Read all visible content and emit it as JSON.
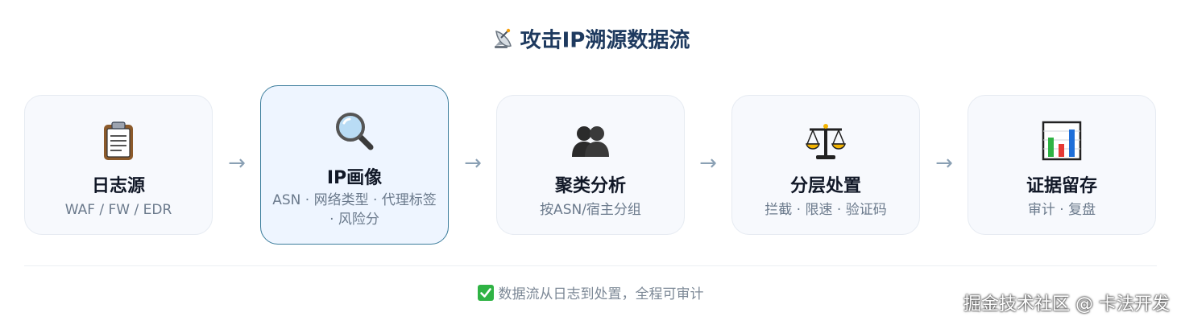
{
  "title": "攻击IP溯源数据流",
  "title_icon": "satellite-dish-icon",
  "nodes": [
    {
      "label": "日志源",
      "sub": "WAF / FW / EDR",
      "icon": "clipboard-icon"
    },
    {
      "label": "IP画像",
      "sub": "ASN · 网络类型 · 代理标签 · 风险分",
      "icon": "magnifier-icon"
    },
    {
      "label": "聚类分析",
      "sub": "按ASN/宿主分组",
      "icon": "people-icon"
    },
    {
      "label": "分层处置",
      "sub": "拦截 · 限速 · 验证码",
      "icon": "scales-icon"
    },
    {
      "label": "证据留存",
      "sub": "审计 · 复盘",
      "icon": "bar-chart-icon"
    }
  ],
  "arrow_glyph": "→",
  "footer": "数据流从日志到处置，全程可审计",
  "footer_icon": "check-mark-icon",
  "watermark": "掘金技术社区 @ 卡法开发",
  "colors": {
    "title": "#1e3a5f",
    "active_border": "#3c7d9c",
    "card_bg": "#f7f9fd",
    "active_bg": "#eef5ff",
    "check_green": "#2fb344"
  }
}
